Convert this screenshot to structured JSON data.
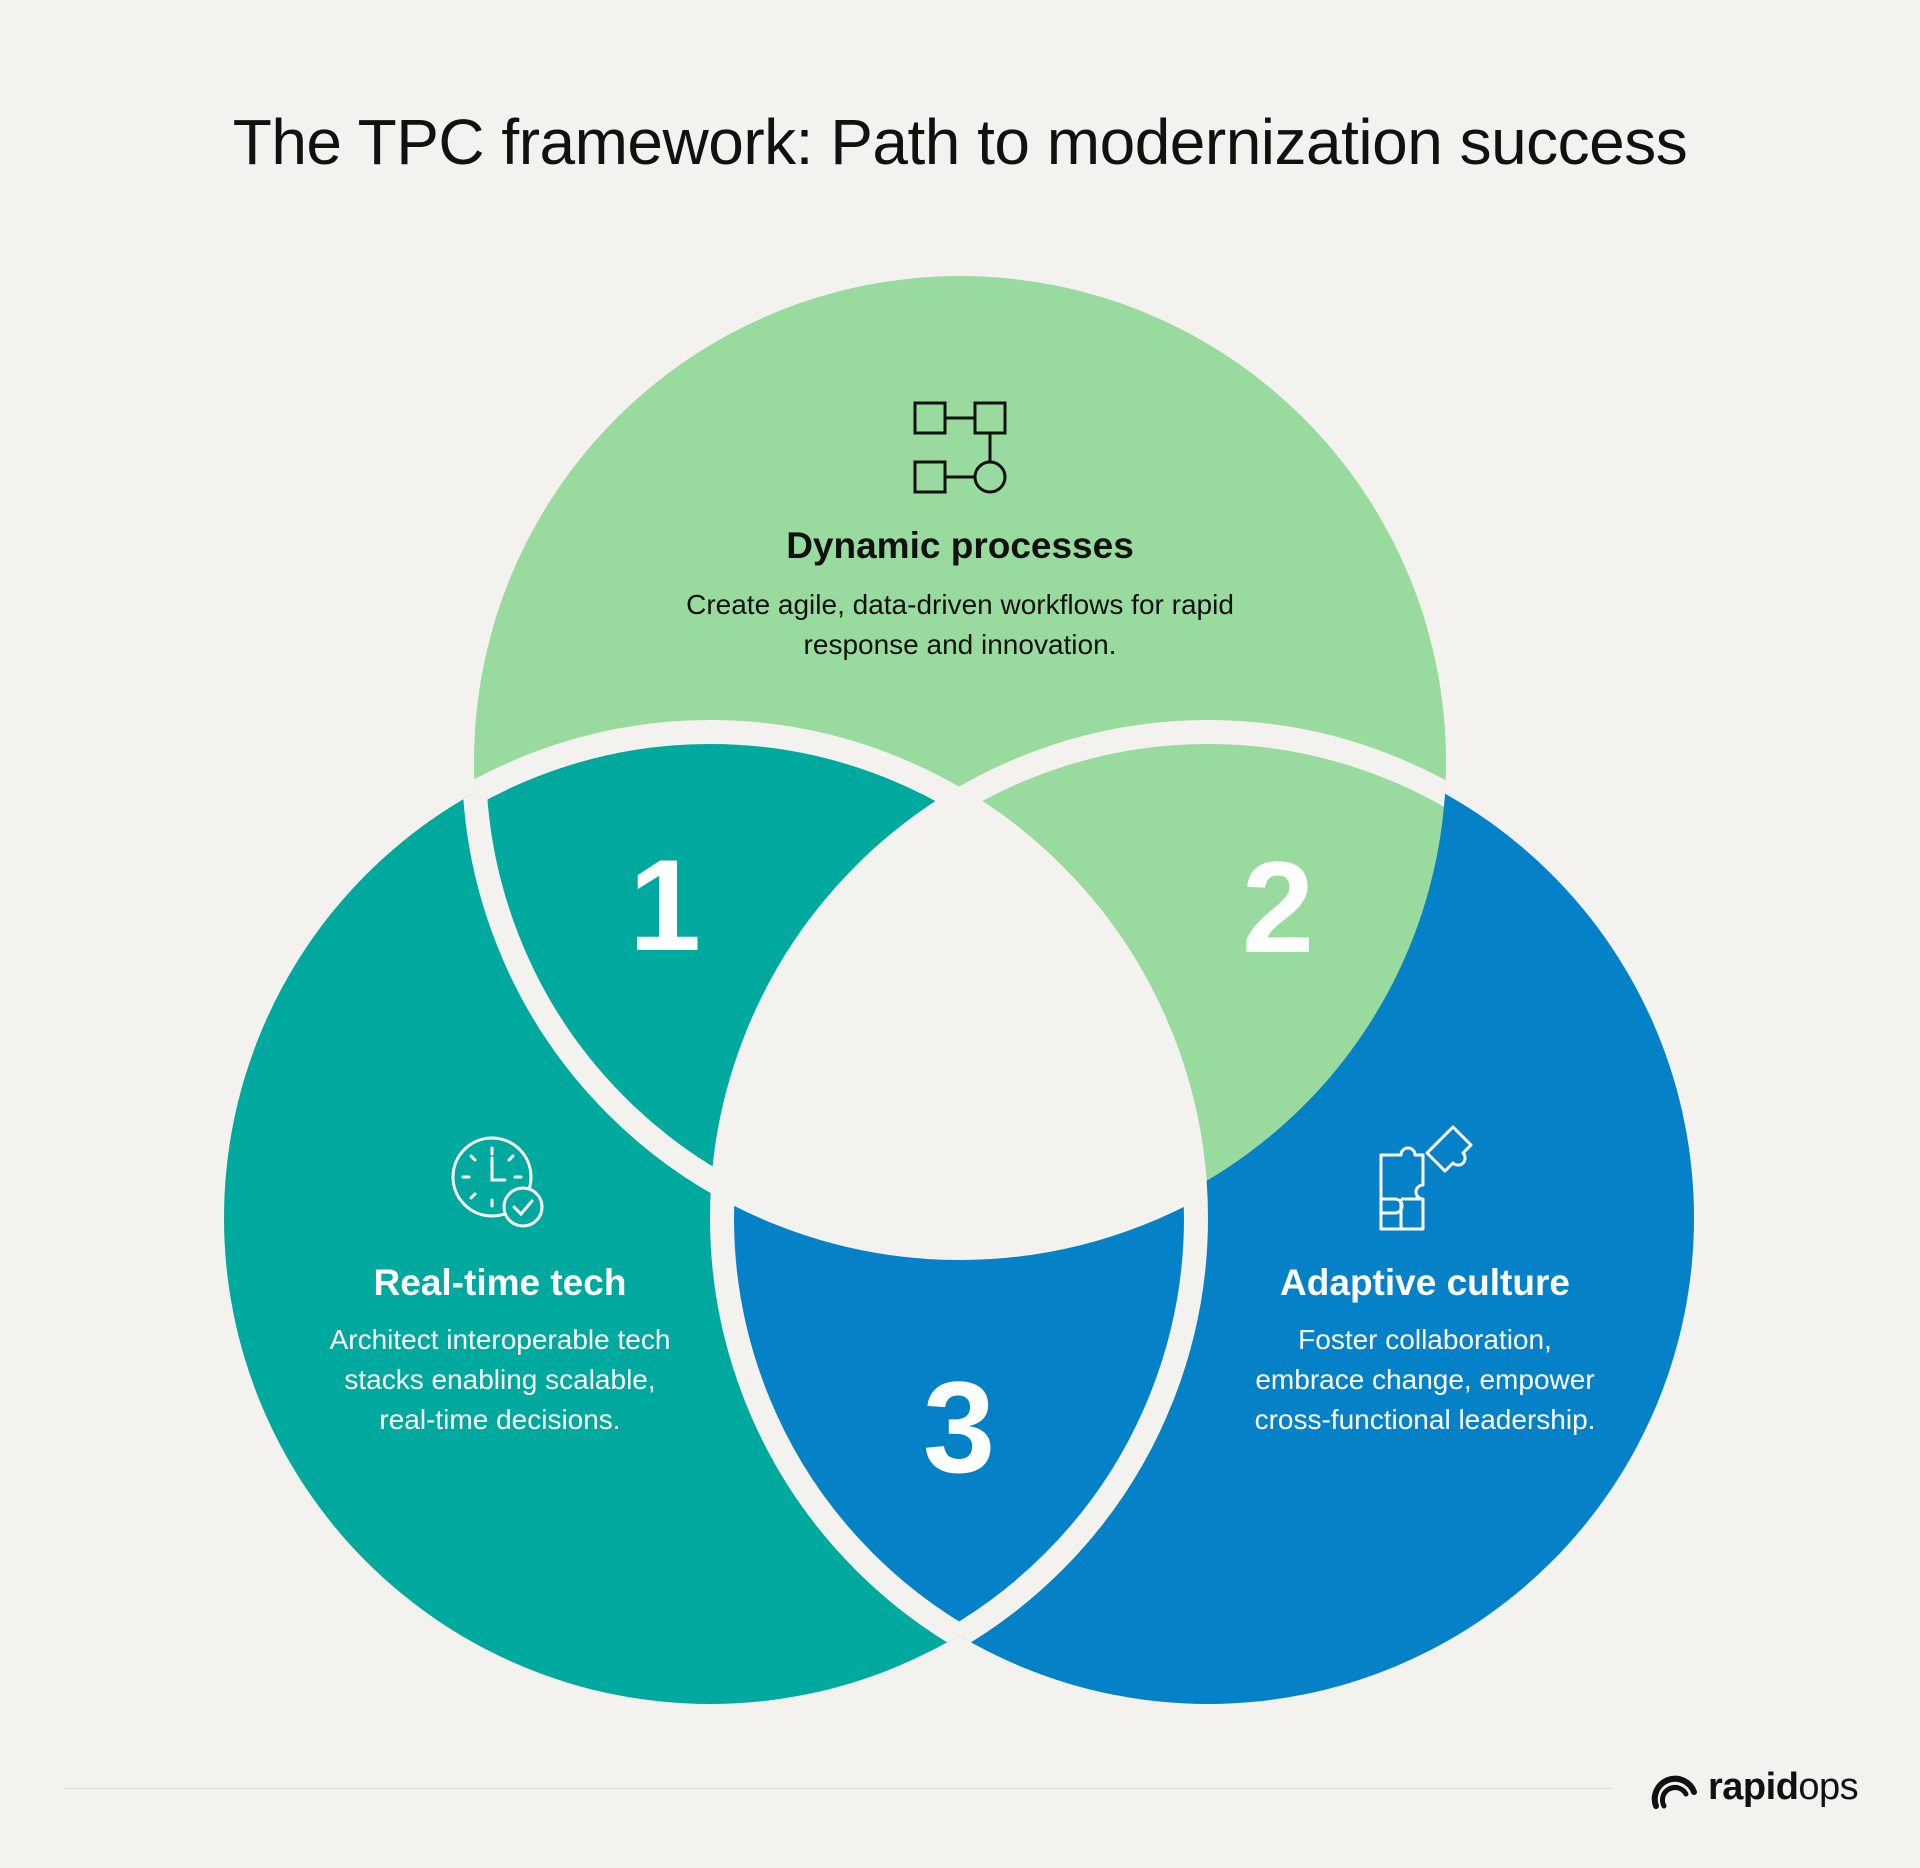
{
  "title": "The TPC framework: Path to modernization success",
  "sections": {
    "top": {
      "heading": "Dynamic processes",
      "desc_lines": [
        "Create agile, data-driven workflows for rapid",
        "response and innovation."
      ],
      "icon": "process-flow-icon",
      "color": "#99db9e"
    },
    "left": {
      "heading": "Real-time tech",
      "desc_lines": [
        "Architect interoperable tech",
        "stacks enabling scalable,",
        "real-time decisions."
      ],
      "icon": "clock-check-icon",
      "color": "#00a99d"
    },
    "right": {
      "heading": "Adaptive culture",
      "desc_lines": [
        "Foster collaboration,",
        "embrace change, empower",
        "cross-functional leadership."
      ],
      "icon": "puzzle-icon",
      "color": "#0582c7"
    }
  },
  "numbers": [
    "1",
    "2",
    "3"
  ],
  "logo": {
    "bold": "rapid",
    "regular": "ops"
  }
}
